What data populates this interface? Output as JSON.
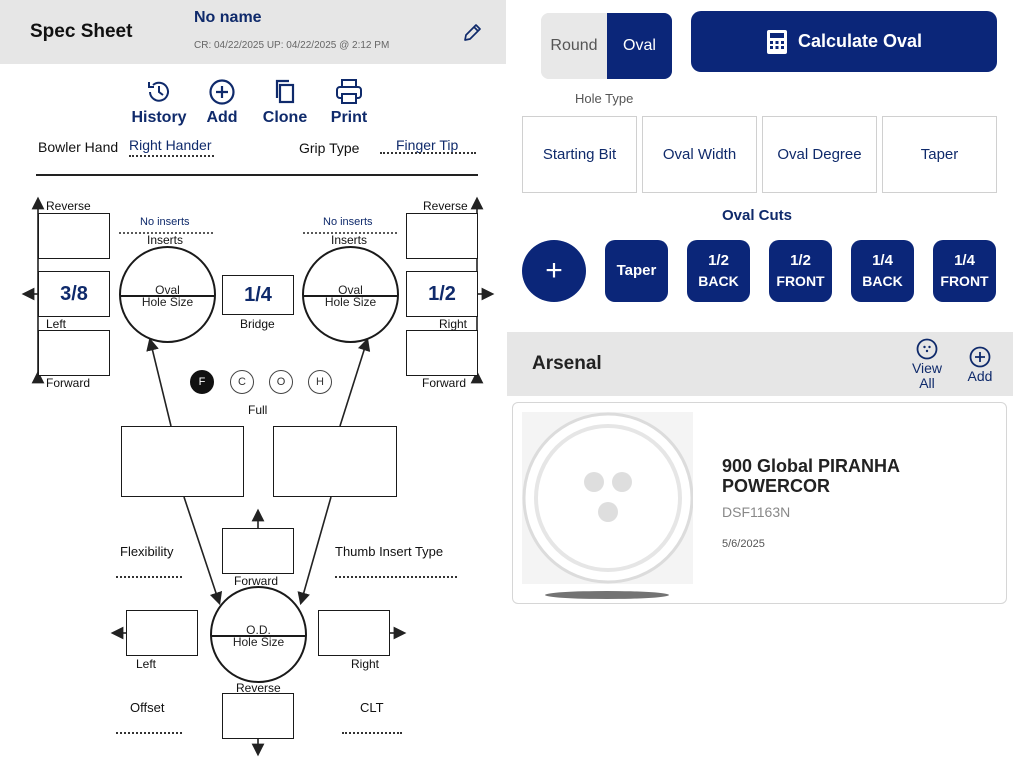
{
  "spec": {
    "title": "Spec Sheet",
    "name": "No name",
    "dates": "CR: 04/22/2025 UP: 04/22/2025 @ 2:12 PM"
  },
  "toolbar": {
    "history": "History",
    "add": "Add",
    "clone": "Clone",
    "print": "Print"
  },
  "bowler": {
    "hand_label": "Bowler Hand",
    "hand_value": "Right Hander",
    "grip_label": "Grip Type",
    "grip_value": "Finger Tip"
  },
  "left_finger": {
    "inserts_value": "No inserts",
    "inserts_label": "Inserts",
    "hole_label_1": "Oval",
    "hole_label_2": "Hole Size",
    "reverse": "Reverse",
    "lateral_value": "3/8",
    "lateral_label": "Left",
    "forward": "Forward"
  },
  "bridge": {
    "value": "1/4",
    "label": "Bridge"
  },
  "right_finger": {
    "inserts_value": "No inserts",
    "inserts_label": "Inserts",
    "hole_label_1": "Oval",
    "hole_label_2": "Hole Size",
    "reverse": "Reverse",
    "lateral_value": "1/2",
    "lateral_label": "Right",
    "forward": "Forward"
  },
  "fit": {
    "options": [
      "F",
      "C",
      "O",
      "H"
    ],
    "selected": "F",
    "label": "Full"
  },
  "thumb": {
    "flexibility": "Flexibility",
    "insert_type": "Thumb Insert Type",
    "forward": "Forward",
    "hole_label_1": "O.D.",
    "hole_label_2": "Hole Size",
    "left": "Left",
    "right": "Right",
    "reverse": "Reverse",
    "offset": "Offset",
    "clt": "CLT"
  },
  "hole_type": {
    "options": [
      "Round",
      "Oval"
    ],
    "selected": "Oval",
    "label": "Hole Type"
  },
  "calculate": {
    "label": "Calculate Oval",
    "icon": "calculator-icon"
  },
  "fields": [
    "Starting Bit",
    "Oval Width",
    "Oval Degree",
    "Taper"
  ],
  "oval_cuts": {
    "title": "Oval Cuts",
    "taper": "Taper",
    "cuts": [
      {
        "top": "1/2",
        "bottom": "BACK"
      },
      {
        "top": "1/2",
        "bottom": "FRONT"
      },
      {
        "top": "1/4",
        "bottom": "BACK"
      },
      {
        "top": "1/4",
        "bottom": "FRONT"
      }
    ]
  },
  "arsenal": {
    "title": "Arsenal",
    "view_all_1": "View",
    "view_all_2": "All",
    "add": "Add",
    "ball": {
      "name_1": "900 Global PIRANHA",
      "name_2": "POWERCOR",
      "code": "DSF1163N",
      "date": "5/6/2025"
    }
  },
  "colors": {
    "navy": "#0b2679",
    "header_gray": "#e6e6e6"
  }
}
